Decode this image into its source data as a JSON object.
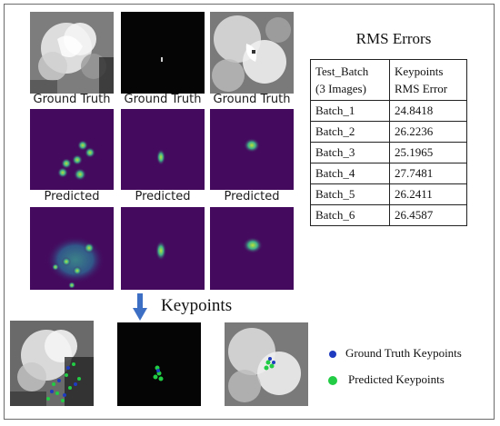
{
  "captions": {
    "ground_truth": "Ground Truth",
    "predicted": "Predicted"
  },
  "rms": {
    "title": "RMS Errors",
    "header": {
      "col1_line1": "Test_Batch",
      "col1_line2": "(3 Images)",
      "col2_line1": "Keypoints",
      "col2_line2": "RMS Error"
    },
    "rows": [
      {
        "batch": "Batch_1",
        "error": "24.8418"
      },
      {
        "batch": "Batch_2",
        "error": "26.2236"
      },
      {
        "batch": "Batch_3",
        "error": "25.1965"
      },
      {
        "batch": "Batch_4",
        "error": "27.7481"
      },
      {
        "batch": "Batch_5",
        "error": "26.2411"
      },
      {
        "batch": "Batch_6",
        "error": "26.4587"
      }
    ]
  },
  "keypoints_label": "Keypoints",
  "legend": {
    "ground_truth": {
      "label": "Ground Truth Keypoints",
      "color": "#1f3bbf"
    },
    "predicted": {
      "label": "Predicted Keypoints",
      "color": "#22cc44"
    }
  },
  "colors": {
    "heatmap_bg": "#440a5e",
    "heatmap_mid": "#2f8d8c",
    "heatmap_hot": "#b9e33a",
    "satellite_black": "#050505"
  }
}
